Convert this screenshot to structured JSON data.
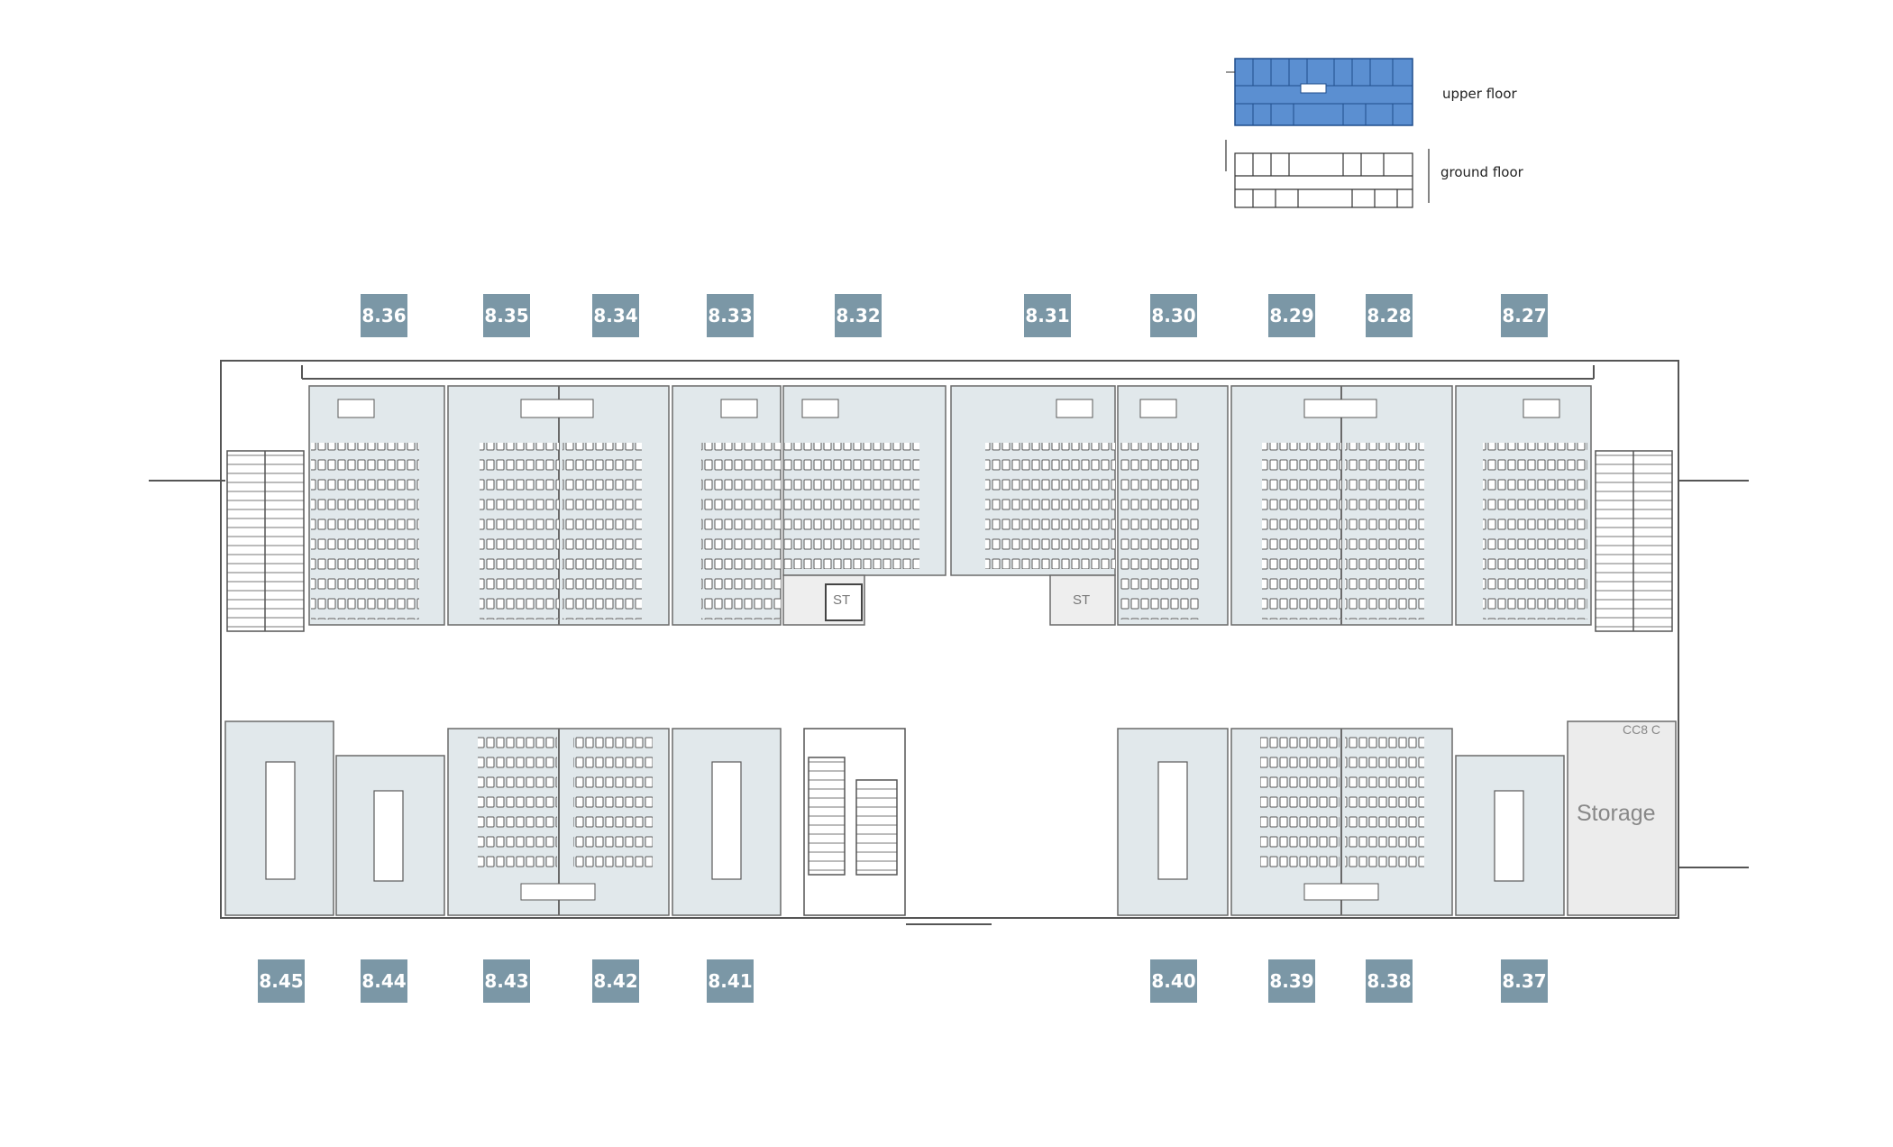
{
  "legend": {
    "upper_label": "upper floor",
    "ground_label": "ground floor"
  },
  "rooms_top": [
    "8.36",
    "8.35",
    "8.34",
    "8.33",
    "8.32",
    "8.31",
    "8.30",
    "8.29",
    "8.28",
    "8.27"
  ],
  "rooms_bottom": [
    "8.45",
    "8.44",
    "8.43",
    "8.42",
    "8.41",
    "8.40",
    "8.39",
    "8.38",
    "8.37"
  ],
  "labels": {
    "st": "ST",
    "storage": "Storage",
    "storage_code": "CC8 C"
  },
  "colors": {
    "room_fill": "#e1e8eb",
    "tag": "#7b97a6",
    "storage_fill": "#ececec",
    "legend_blue": "#5b8fd1",
    "wall": "#555555"
  }
}
